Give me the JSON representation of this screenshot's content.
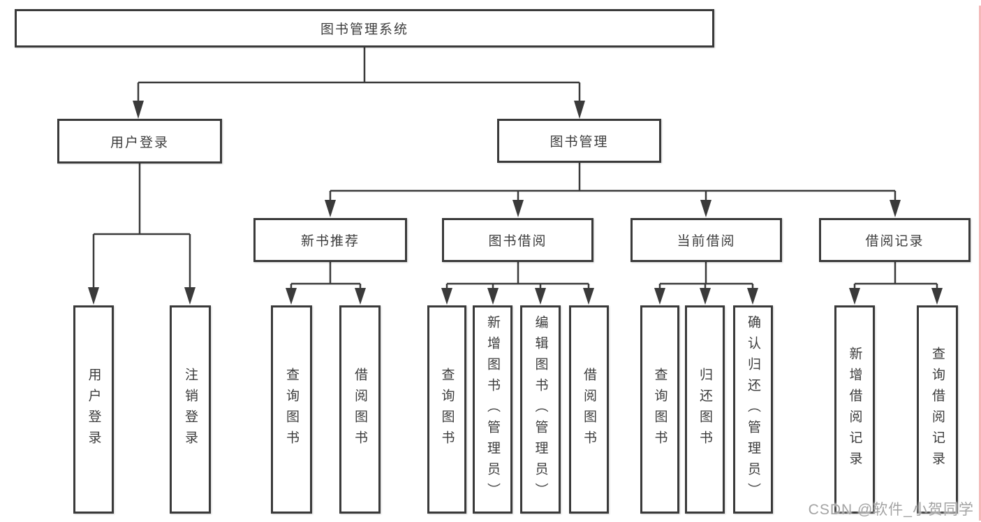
{
  "tree": {
    "label": "图书管理系统",
    "children": [
      {
        "label": "用户登录",
        "children": [
          {
            "label": "用户登录"
          },
          {
            "label": "注销登录"
          }
        ]
      },
      {
        "label": "图书管理",
        "children": [
          {
            "label": "新书推荐",
            "children": [
              {
                "label": "查询图书"
              },
              {
                "label": "借阅图书"
              }
            ]
          },
          {
            "label": "图书借阅",
            "children": [
              {
                "label": "查询图书"
              },
              {
                "label": "新增图书（管理员）"
              },
              {
                "label": "编辑图书（管理员）"
              },
              {
                "label": "借阅图书"
              }
            ]
          },
          {
            "label": "当前借阅",
            "children": [
              {
                "label": "查询图书"
              },
              {
                "label": "归还图书"
              },
              {
                "label": "确认归还（管理员）"
              }
            ]
          },
          {
            "label": "借阅记录",
            "children": [
              {
                "label": "新增借阅记录"
              },
              {
                "label": "查询借阅记录"
              }
            ]
          }
        ]
      }
    ]
  },
  "watermark": {
    "text": "CSDN @软件_小贺同学"
  },
  "colors": {
    "line": "#3a3a3a",
    "box_border": "#3a3a3a",
    "text": "#3c3c3c",
    "background": "#ffffff",
    "watermark": "#a3a3a3",
    "right_strip": "#f2abab"
  }
}
